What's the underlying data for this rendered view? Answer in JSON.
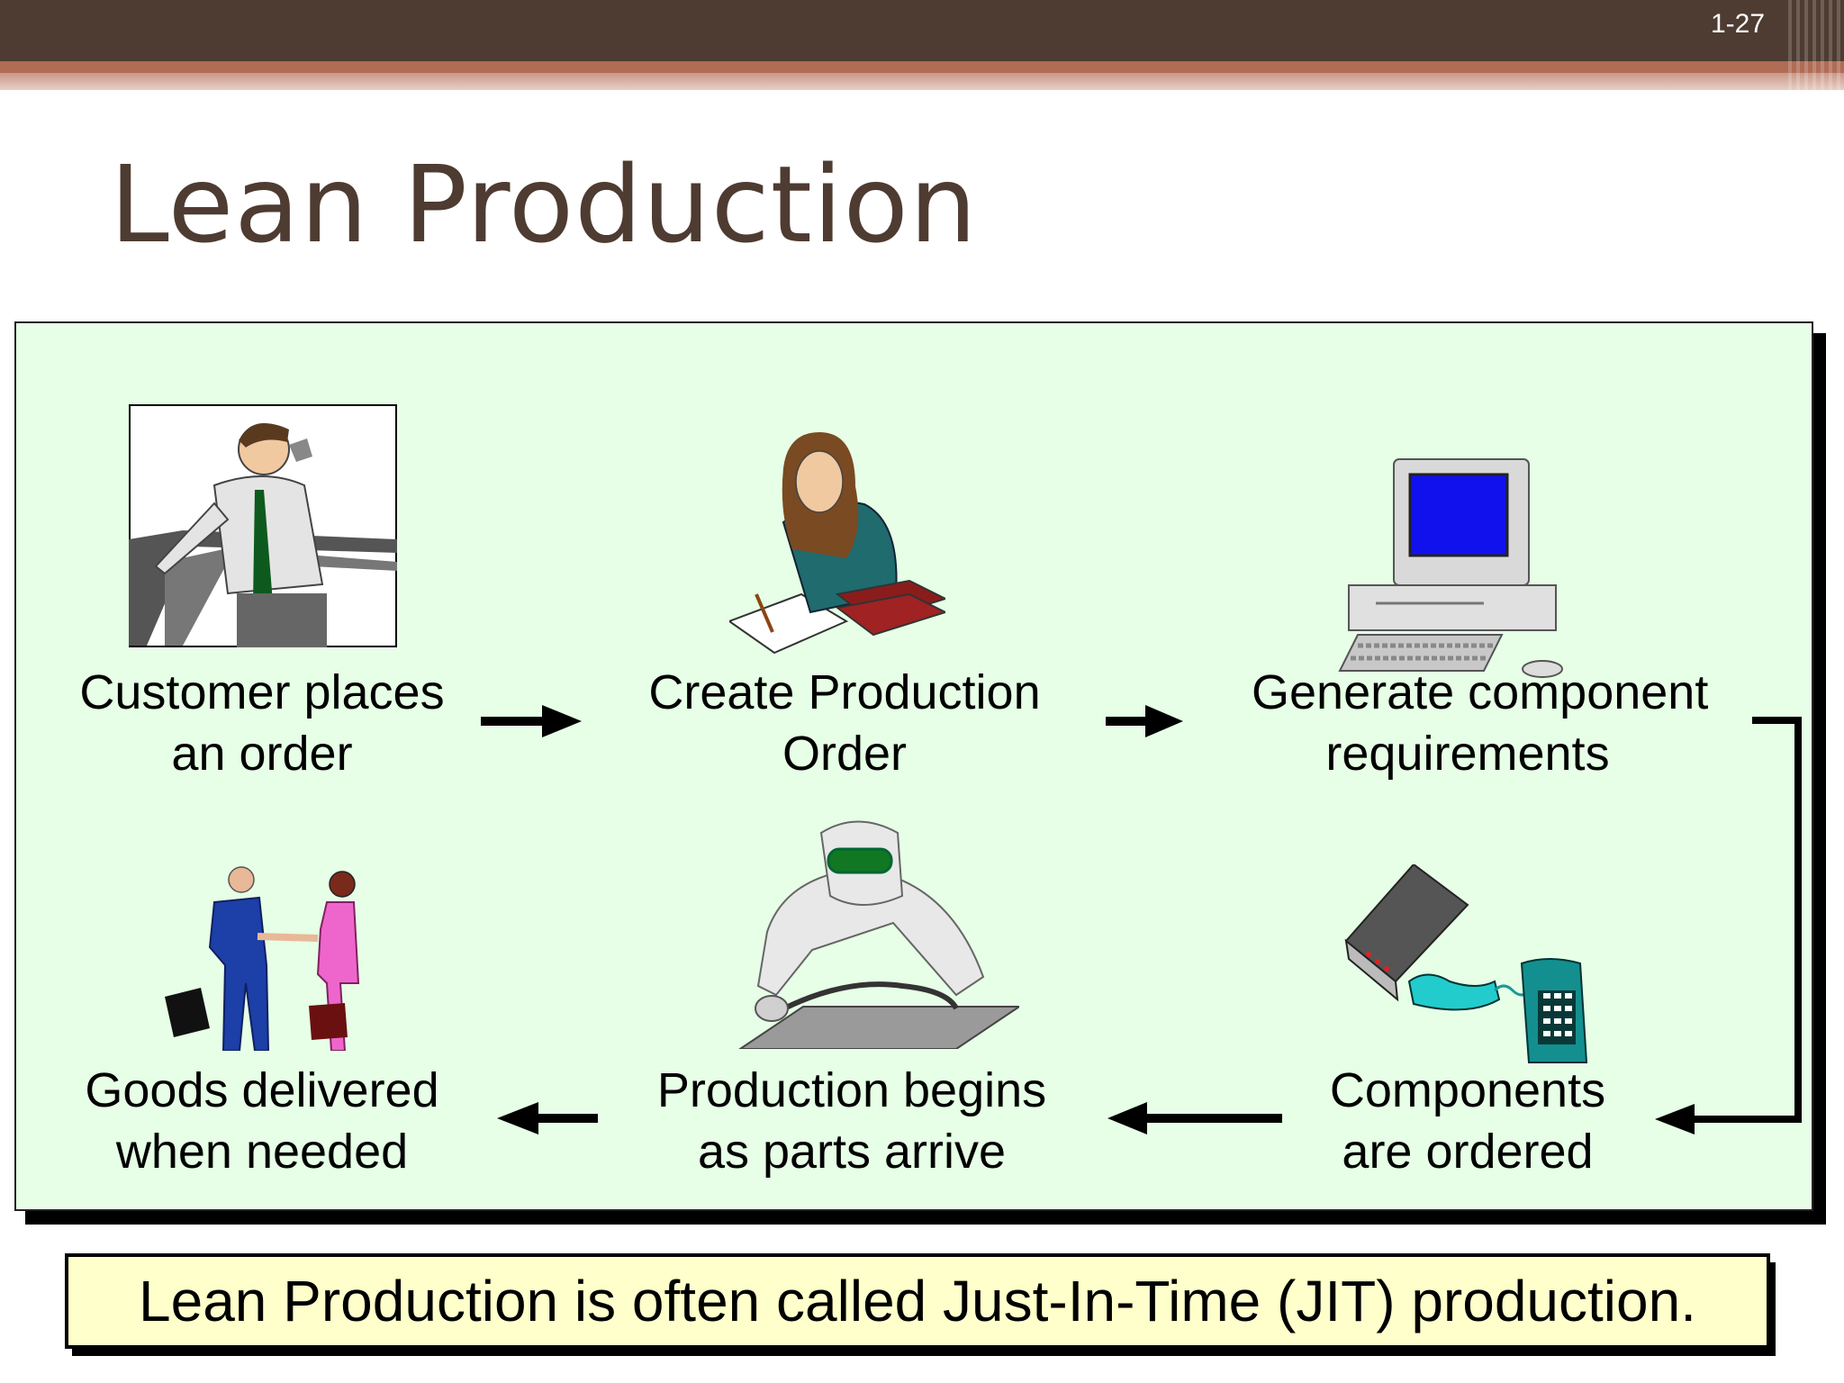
{
  "slide": {
    "number": "1-27",
    "title": "Lean Production"
  },
  "steps": [
    {
      "line1": "Customer places",
      "line2": "an order"
    },
    {
      "line1": "Create Production",
      "line2": "Order"
    },
    {
      "line1": "Generate component",
      "line2": "requirements"
    },
    {
      "line1": "Components",
      "line2": "are ordered"
    },
    {
      "line1": "Production begins",
      "line2": "as parts arrive"
    },
    {
      "line1": "Goods delivered",
      "line2": "when needed"
    }
  ],
  "illustrations": [
    "man-on-phone-icon",
    "woman-writing-icon",
    "computer-icon",
    "phone-and-modem-icon",
    "cleanroom-worker-icon",
    "handshake-icon"
  ],
  "footer": {
    "note": "Lean Production is often called Just-In-Time (JIT) production."
  },
  "colors": {
    "banner": "#4e3b31",
    "accent_stripe": "#b06c55",
    "panel_background": "#e6ffe6",
    "callout_background": "#ffffcc",
    "title": "#4e3b31"
  }
}
